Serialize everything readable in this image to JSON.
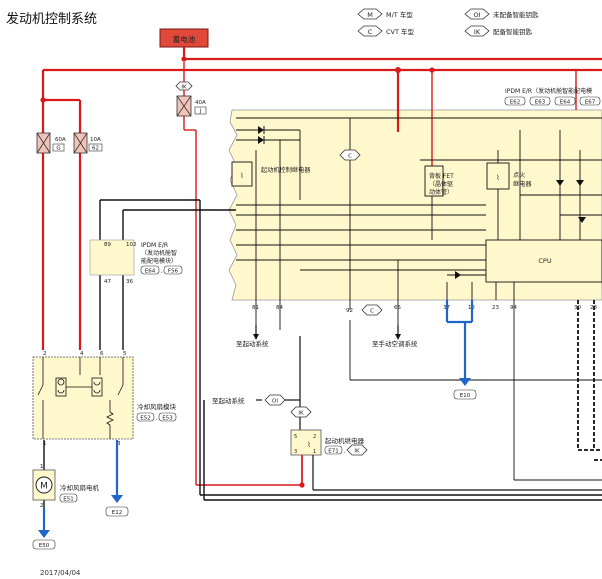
{
  "title": "发动机控制系统",
  "date": "2017/04/04",
  "colors": {
    "red": "#d91a1a",
    "blue": "#1f66c8",
    "black": "#111111",
    "panel": "#fff8cc",
    "battery": "#e0483a",
    "fuse": "#f0c4b8"
  },
  "legend": [
    {
      "code": "M",
      "text": "M/T 车型"
    },
    {
      "code": "C",
      "text": "CVT 车型"
    },
    {
      "code": "OI",
      "text": "未配备智能钥匙"
    },
    {
      "code": "IK",
      "text": "配备智能钥匙"
    }
  ],
  "battery": "蓄电池",
  "fuses": [
    {
      "amp": "60A",
      "id": "G"
    },
    {
      "amp": "10A",
      "id": "62"
    },
    {
      "amp": "40A",
      "id": "J"
    }
  ],
  "ik_top": "IK",
  "ipdm": {
    "label": "IPDM E/R（发动机舱智能配电模",
    "connectors": [
      "E62",
      "E63",
      "E64",
      "E67"
    ],
    "starter_relay": "起动机控制继电器",
    "fet_l1": "背板 FET",
    "fet_l2": "（晶体驱",
    "fet_l3": "动体管）",
    "ign_relay_l1": "点火",
    "ign_relay_l2": "继电器",
    "cpu": "CPU",
    "c_tag": "C",
    "pins": [
      "81",
      "84",
      "92",
      "65",
      "37",
      "12",
      "23",
      "94",
      "30",
      "28"
    ]
  },
  "ipdm_small": {
    "l1": "IPDM E/R",
    "l2": "（发动机舱智",
    "l3": "能配电模块）",
    "connectors": [
      "E64",
      "F56"
    ],
    "pins_top": [
      "89",
      "102"
    ],
    "pins_bot": [
      "47",
      "36"
    ]
  },
  "fan_module": {
    "label": "冷却风扇模块",
    "connectors": [
      "E52",
      "E53"
    ],
    "pins_top": [
      "2",
      "4",
      "6",
      "5"
    ],
    "pins_bot": [
      "1",
      "3"
    ]
  },
  "fan_motor": {
    "label": "冷却风扇电机",
    "connector": "E51",
    "pins": [
      "1",
      "2"
    ],
    "symbol": "M"
  },
  "grounds": [
    "E50",
    "E12",
    "E10"
  ],
  "starter": {
    "label": "起动机继电器",
    "connector": "E71",
    "tag": "IK",
    "pins": [
      "5",
      "3",
      "2",
      "1"
    ],
    "ik_tag": "IK",
    "oi_tag": "OI"
  },
  "notes": {
    "to_starting": "至起动系统",
    "to_starting2": "至起动系统",
    "to_ac": "至手动空调系统"
  }
}
